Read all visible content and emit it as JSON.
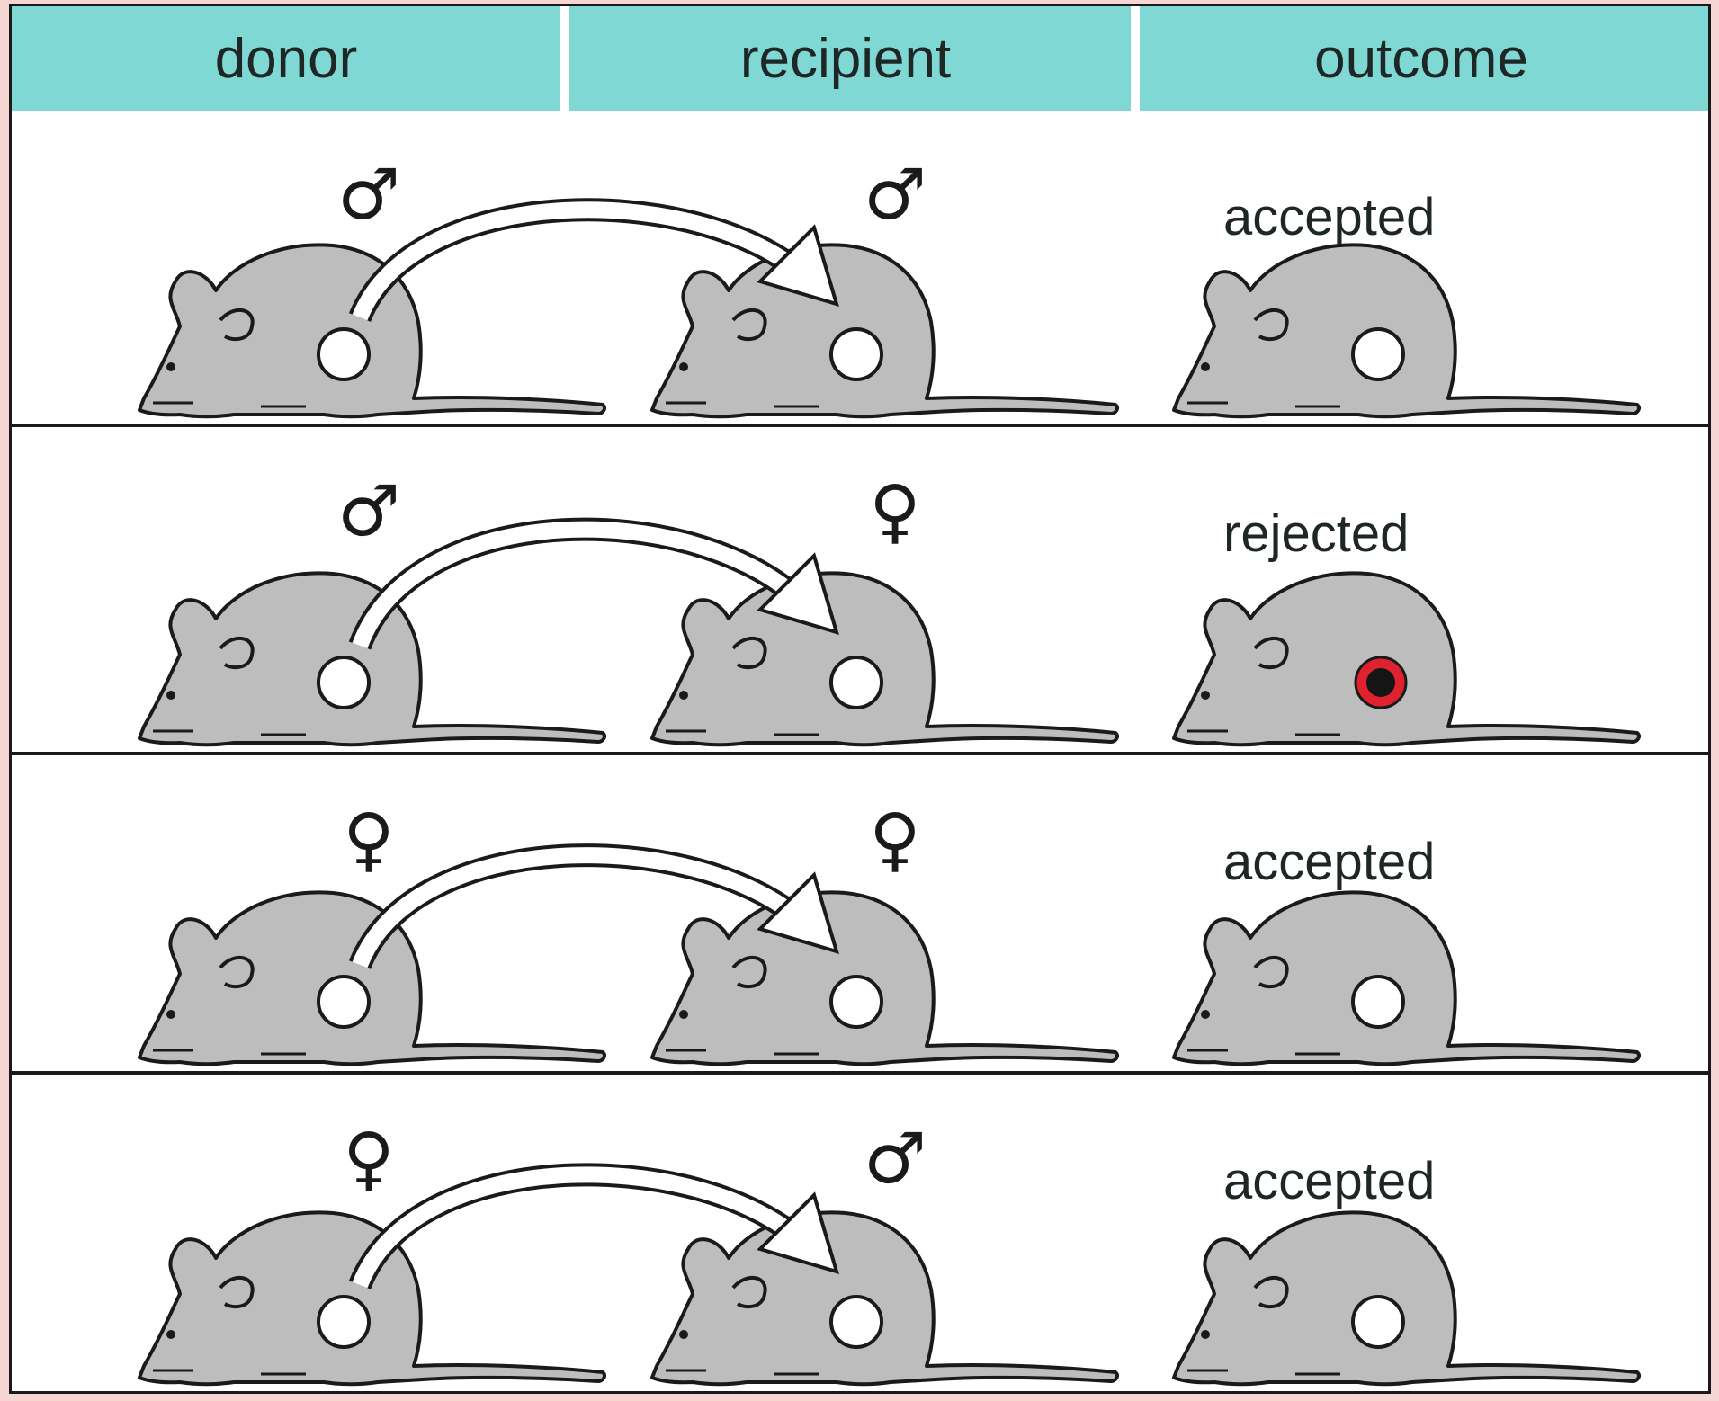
{
  "headers": {
    "donor": "donor",
    "recipient": "recipient",
    "outcome": "outcome"
  },
  "rows": [
    {
      "donor_symbol": "♂",
      "recipient_symbol": "♂",
      "outcome": "accepted",
      "graft": "intact"
    },
    {
      "donor_symbol": "♂",
      "recipient_symbol": "♀",
      "outcome": "rejected",
      "graft": "rejected"
    },
    {
      "donor_symbol": "♀",
      "recipient_symbol": "♀",
      "outcome": "accepted",
      "graft": "intact"
    },
    {
      "donor_symbol": "♀",
      "recipient_symbol": "♂",
      "outcome": "accepted",
      "graft": "intact"
    }
  ],
  "colors": {
    "header_bg": "#7fd8d3",
    "frame_bg": "#f6d6d3",
    "mouse_fill": "#bdbdbd",
    "rejected_ring": "#e0222e",
    "rejected_core": "#151515"
  }
}
